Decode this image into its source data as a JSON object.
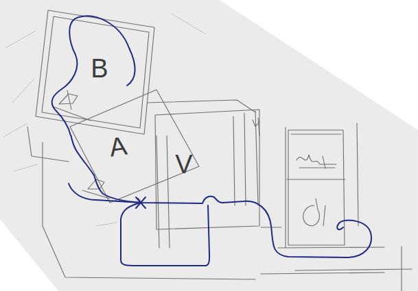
{
  "diagram": {
    "nodes": [
      {
        "text": [
          "B"
        ]
      },
      {
        "text": [
          "A"
        ]
      },
      {
        "text": [
          "V"
        ]
      }
    ],
    "edges": [
      {
        "from": 0,
        "to": 1,
        "arrow": "none"
      }
    ]
  }
}
